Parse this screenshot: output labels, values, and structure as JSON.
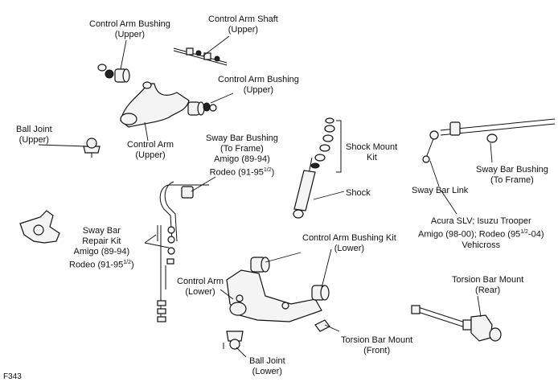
{
  "figure_code": "F343",
  "labels": {
    "cab_upper": [
      "Control Arm Bushing",
      "(Upper)"
    ],
    "cas_upper": [
      "Control Arm Shaft",
      "(Upper)"
    ],
    "cab_upper2": [
      "Control Arm Bushing",
      "(Upper)"
    ],
    "ball_joint_upper": [
      "Ball Joint",
      "(Upper)"
    ],
    "control_arm_upper": [
      "Control Arm",
      "(Upper)"
    ],
    "sway_bar_bushing_frame": [
      "Sway Bar Bushing",
      "(To Frame)",
      "Amigo (89-94)",
      "Rodeo (91-95",
      "1/2",
      ")"
    ],
    "shock_mount_kit": [
      "Shock Mount",
      "Kit"
    ],
    "shock": "Shock",
    "sway_bar_link": "Sway Bar Link",
    "sway_bar_bushing_frame2": [
      "Sway Bar Bushing",
      "(To Frame)"
    ],
    "acura_block": [
      "Acura SLV; Isuzu Trooper",
      "Amigo (98-00); Rodeo (95",
      "1/2",
      "-04)",
      "Vehicross"
    ],
    "sway_bar_repair_kit": [
      "Sway Bar",
      "Repair Kit",
      "Amigo (89-94)",
      "Rodeo (91-95",
      "1/2",
      ")"
    ],
    "cab_kit_lower": [
      "Control Arm Bushing Kit",
      "(Lower)"
    ],
    "control_arm_lower": [
      "Control Arm",
      "(Lower)"
    ],
    "torsion_rear": [
      "Torsion Bar Mount",
      "(Rear)"
    ],
    "torsion_front": [
      "Torsion Bar Mount",
      "(Front)"
    ],
    "ball_joint_lower": [
      "Ball Joint",
      "(Lower)"
    ]
  }
}
